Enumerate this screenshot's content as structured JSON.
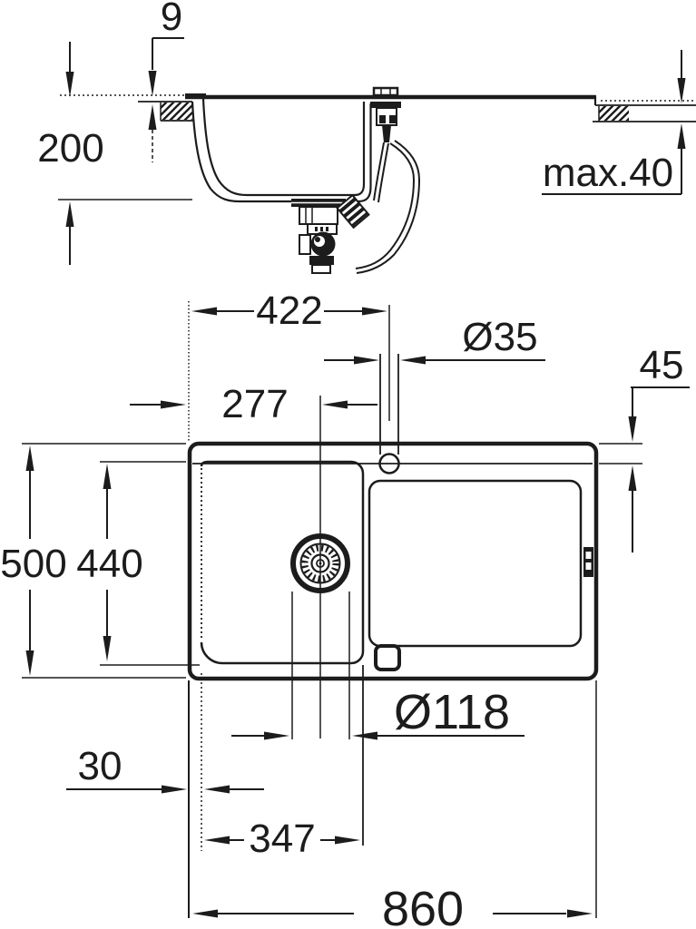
{
  "drawing": {
    "description": "Kitchen sink installation technical drawing, side section and top plan view",
    "background_color": "#ffffff",
    "line_color": "#1c1c1c",
    "section_view": {
      "dims": {
        "rim_height": "9",
        "bowl_depth": "200",
        "countertop_thickness": "max.40"
      }
    },
    "plan_view": {
      "dims": {
        "faucet_offset": "422",
        "faucet_hole_diameter": "Ø35",
        "rim_width": "45",
        "drain_offset": "277",
        "overall_depth": "500",
        "bowl_area_depth": "440",
        "edge_to_bowl": "30",
        "drain_diameter": "Ø118",
        "bowl_width": "347",
        "overall_length": "860"
      }
    }
  }
}
